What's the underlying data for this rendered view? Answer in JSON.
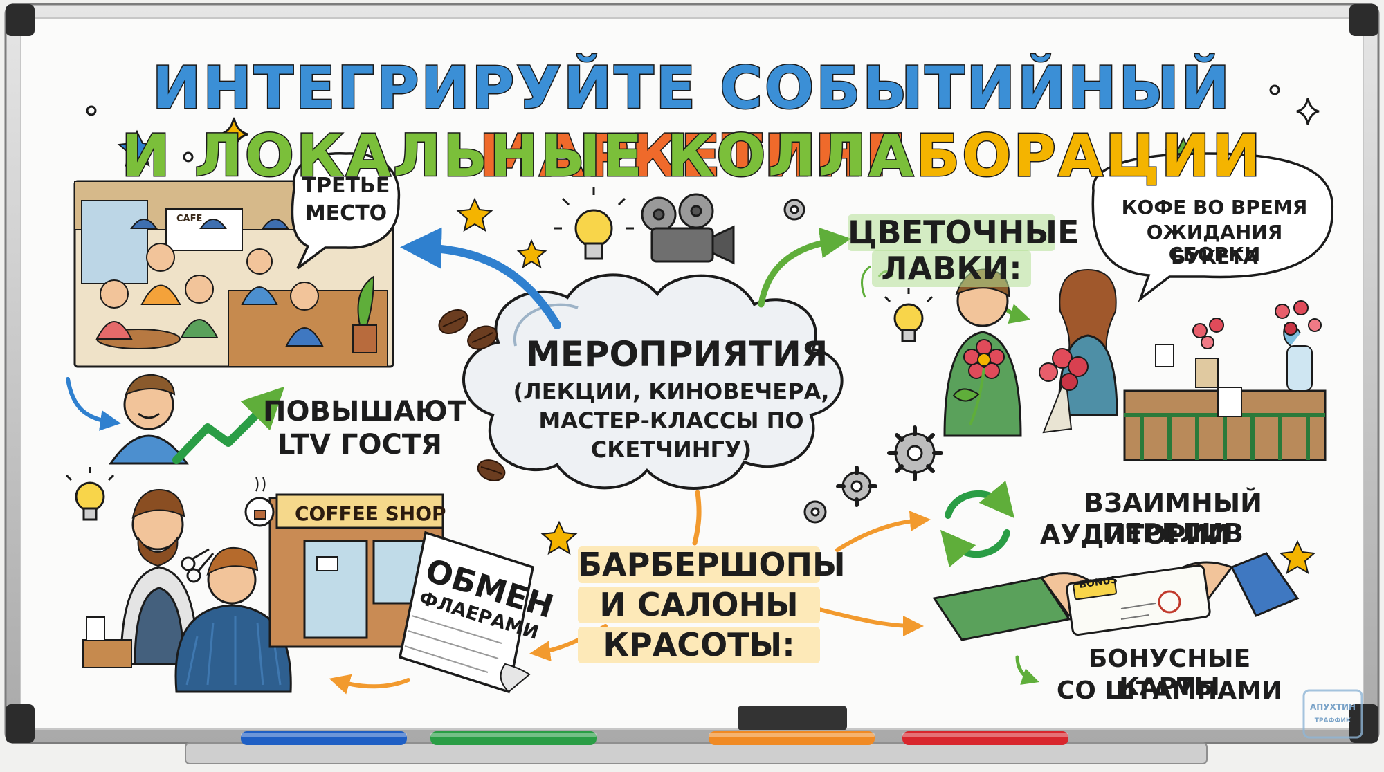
{
  "title": {
    "line1_part1": "ИНТЕГРИРУЙТЕ СОБЫТИЙНЫЙ",
    "line1_part2": "МАРКЕТИНГ",
    "line2_part1": "И ЛОКАЛЬНЫЕ КОЛЛА",
    "line2_part2": "БОРАЦИИ"
  },
  "center": {
    "heading": "МЕРОПРИЯТИЯ",
    "line1": "(ЛЕКЦИИ, КИНОВЕЧЕРА,",
    "line2": "МАСТЕР-КЛАССЫ ПО",
    "line3": "СКЕТЧИНГУ)"
  },
  "left_top": {
    "bubble_line1": "ТРЕТЬЕ",
    "bubble_line2": "МЕСТО",
    "cafe_sign": "CAFE",
    "result_line1": "ПОВЫШАЮТ",
    "result_line2": "LTV ГОСТЯ"
  },
  "right_top": {
    "heading_line1": "ЦВЕТОЧНЫЕ",
    "heading_line2": "ЛАВКИ:",
    "bubble_line1": "КОФЕ ВО ВРЕМЯ",
    "bubble_line2": "ОЖИДАНИЯ СБОРКИ",
    "bubble_line3": "БУКЕТА"
  },
  "bottom_center": {
    "heading_line1": "БАРБЕРШОПЫ",
    "heading_line2": "И САЛОНЫ",
    "heading_line3": "КРАСОТЫ:"
  },
  "left_bottom": {
    "shop_sign": "COFFEE SHOP",
    "flyer_line1": "ОБМЕН",
    "flyer_line2": "ФЛАЕРАМИ"
  },
  "right_bottom": {
    "audience_line1": "ВЗАИМНЫЙ ПЕРЕЛИВ",
    "audience_line2": "АУДИТОРИИ",
    "card_badge": "BONUS",
    "cards_line1": "БОНУСНЫЕ КАРТЫ",
    "cards_line2": "СО ШТАМПАМИ"
  },
  "watermark": {
    "line1": "АПУХТИН",
    "line2": "ТРАФФИК"
  },
  "colors": {
    "title_blue": "#3b8fd6",
    "title_orange": "#ef6a2b",
    "title_green": "#7bbf3a",
    "title_yellow": "#f4b400",
    "arrow_blue": "#2f80cf",
    "arrow_green": "#5fae3a",
    "arrow_orange": "#f29a2e",
    "highlight": "#fde9b8",
    "marker_blue": "#1f5fc4",
    "marker_green": "#2a9d45",
    "marker_orange": "#f08a24",
    "marker_red": "#d8262d"
  },
  "icons": [
    "lightbulb-icon",
    "film-camera-icon",
    "gear-icon",
    "star-icon",
    "coffee-bean-icon",
    "flower-icon",
    "recycle-arrows-icon",
    "bonus-card-icon",
    "growth-arrow-icon",
    "scissors-icon"
  ]
}
